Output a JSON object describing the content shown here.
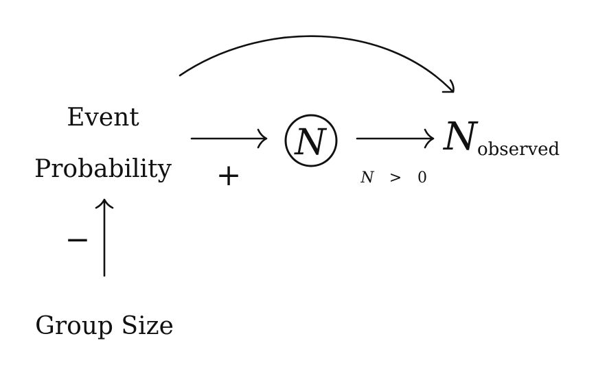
{
  "nodes": {
    "event_probability": {
      "line1": "Event",
      "line2": "Probability"
    },
    "group_size": "Group Size",
    "n_circle": "N",
    "n_observed": {
      "main": "N",
      "subscript": "observed"
    }
  },
  "edge_labels": {
    "plus": "+",
    "minus": "−",
    "condition": {
      "var": "N",
      "op": ">",
      "val": "0"
    }
  }
}
